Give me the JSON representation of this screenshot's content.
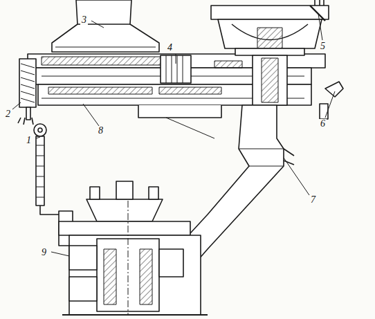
{
  "diagram": {
    "labels": [
      "3",
      "4",
      "5",
      "6",
      "2",
      "8",
      "1",
      "7",
      "9"
    ]
  }
}
